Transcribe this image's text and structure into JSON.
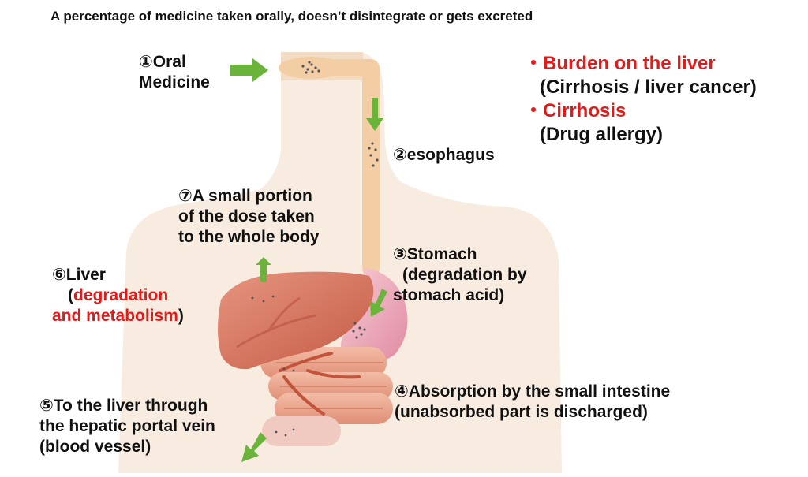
{
  "title": "A percentage of medicine taken orally, doesn’t disintegrate or gets excreted",
  "effects": {
    "item1_title": "・Burden on the liver",
    "item1_detail": "(Cirrhosis / liver cancer)",
    "item2_title": "・Cirrhosis",
    "item2_detail": "(Drug allergy)"
  },
  "steps": {
    "oral": [
      "①Oral",
      "Medicine"
    ],
    "esophagus": "②esophagus",
    "stomach": [
      "③Stomach",
      "(degradation by",
      "stomach acid)"
    ],
    "absorption": [
      "④Absorption by the small intestine",
      "(unabsorbed part is discharged)"
    ],
    "portal": [
      "⑤To the liver through",
      "the hepatic portal vein",
      "(blood vessel)"
    ],
    "liver": {
      "title": "⑥Liver",
      "open": "(",
      "detail1": "degradation",
      "detail2": "and metabolism",
      "close": ")"
    },
    "body": [
      "⑦A small portion",
      "of the dose taken",
      "to the whole body"
    ]
  },
  "colors": {
    "body_silhouette": "#f8ebe0",
    "esophagus": "#f3cda4",
    "stomach": "#f0b3c2",
    "liver": "#d4735d",
    "intestine": "#eea78e",
    "arrow": "#6bb43b",
    "emphasis_text": "#e21a1a"
  }
}
